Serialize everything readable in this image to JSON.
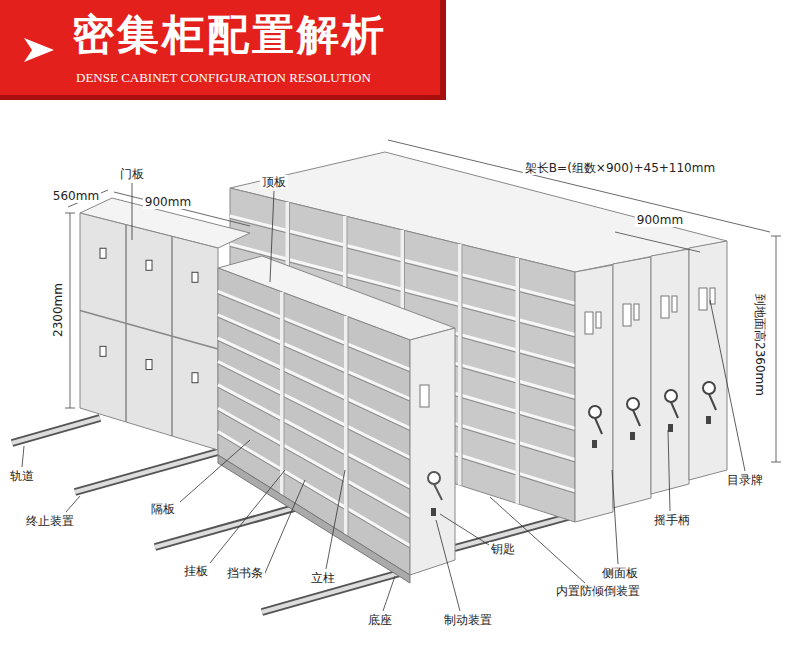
{
  "diagram": {
    "title": "密集柜配置解析",
    "labels": [
      "DENSE CABINET CONFIGURATION RESOLUTION",
      "门板",
      "顶板",
      "560mm",
      "900mm",
      "2300mm",
      "架长B=(组数×900)+45+110mm",
      "900mm",
      "到地面高2360mm",
      "目录牌",
      "摇手柄",
      "侧面板",
      "轨道",
      "终止装置",
      "隔板",
      "挂板",
      "立柱",
      "挡书条",
      "底座",
      "制动装置",
      "钥匙",
      "内置防倾倒装置"
    ]
  }
}
